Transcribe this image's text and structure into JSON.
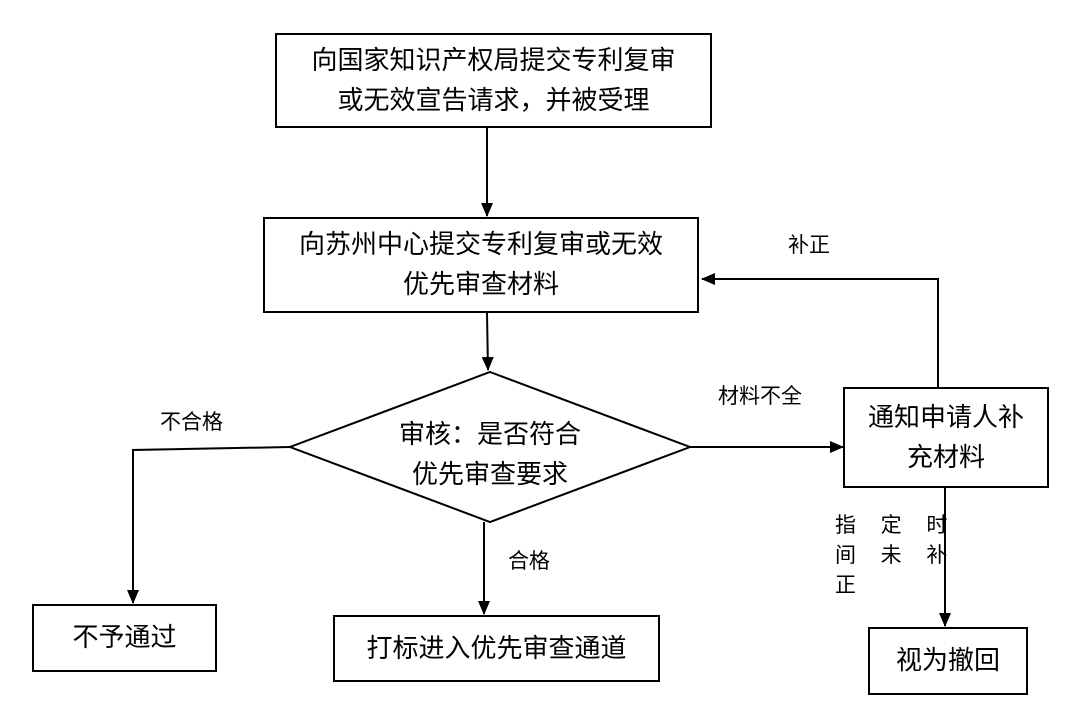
{
  "nodes": {
    "submit_request": {
      "lines": [
        "向国家知识产权局提交专利复审",
        "或无效宣告请求，并被受理"
      ]
    },
    "submit_suzhou": {
      "lines": [
        "向苏州中心提交专利复审或无效",
        "优先审查材料"
      ]
    },
    "review": {
      "lines": [
        "审核：是否符合",
        "优先审查要求"
      ]
    },
    "notify": {
      "lines": [
        "通知申请人补",
        "充材料"
      ]
    },
    "reject": {
      "lines": [
        "不予通过"
      ]
    },
    "priority_channel": {
      "lines": [
        "打标进入优先审查通道"
      ]
    },
    "withdrawn": {
      "lines": [
        "视为撤回"
      ]
    }
  },
  "edge_labels": {
    "supplement": "补正",
    "incomplete": "材料不全",
    "unqualified": "不合格",
    "qualified": "合格",
    "not_supplemented": [
      "指 定 时",
      "间 未 补",
      "正"
    ]
  }
}
